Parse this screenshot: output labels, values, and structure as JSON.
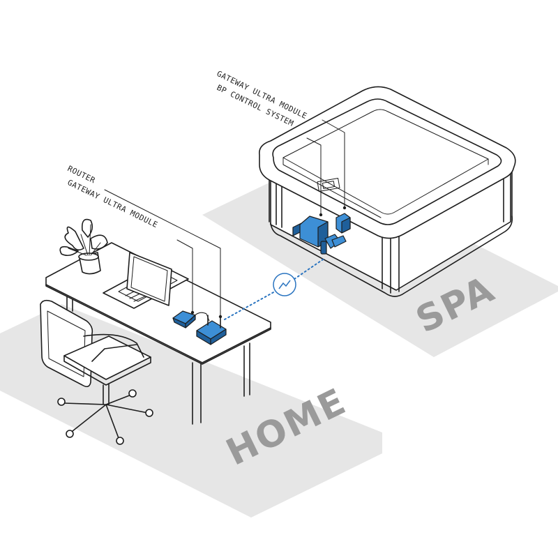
{
  "labels": {
    "spa_gateway": "GATEWAY ULTRA MODULE",
    "spa_control": "BP CONTROL SYSTEM",
    "router": "ROUTER",
    "home_gateway": "GATEWAY ULTRA MODULE"
  },
  "areas": {
    "home": "HOME",
    "spa": "SPA"
  },
  "colors": {
    "floor": "#e6e6e6",
    "area_text": "#9a9a9a",
    "device_blue": "#3d8fd6",
    "device_blue_dark": "#1f5f9a",
    "wireless_link": "#2a74c0",
    "line": "#1d1d1d"
  },
  "icons": [
    "wireless-signal-icon"
  ]
}
